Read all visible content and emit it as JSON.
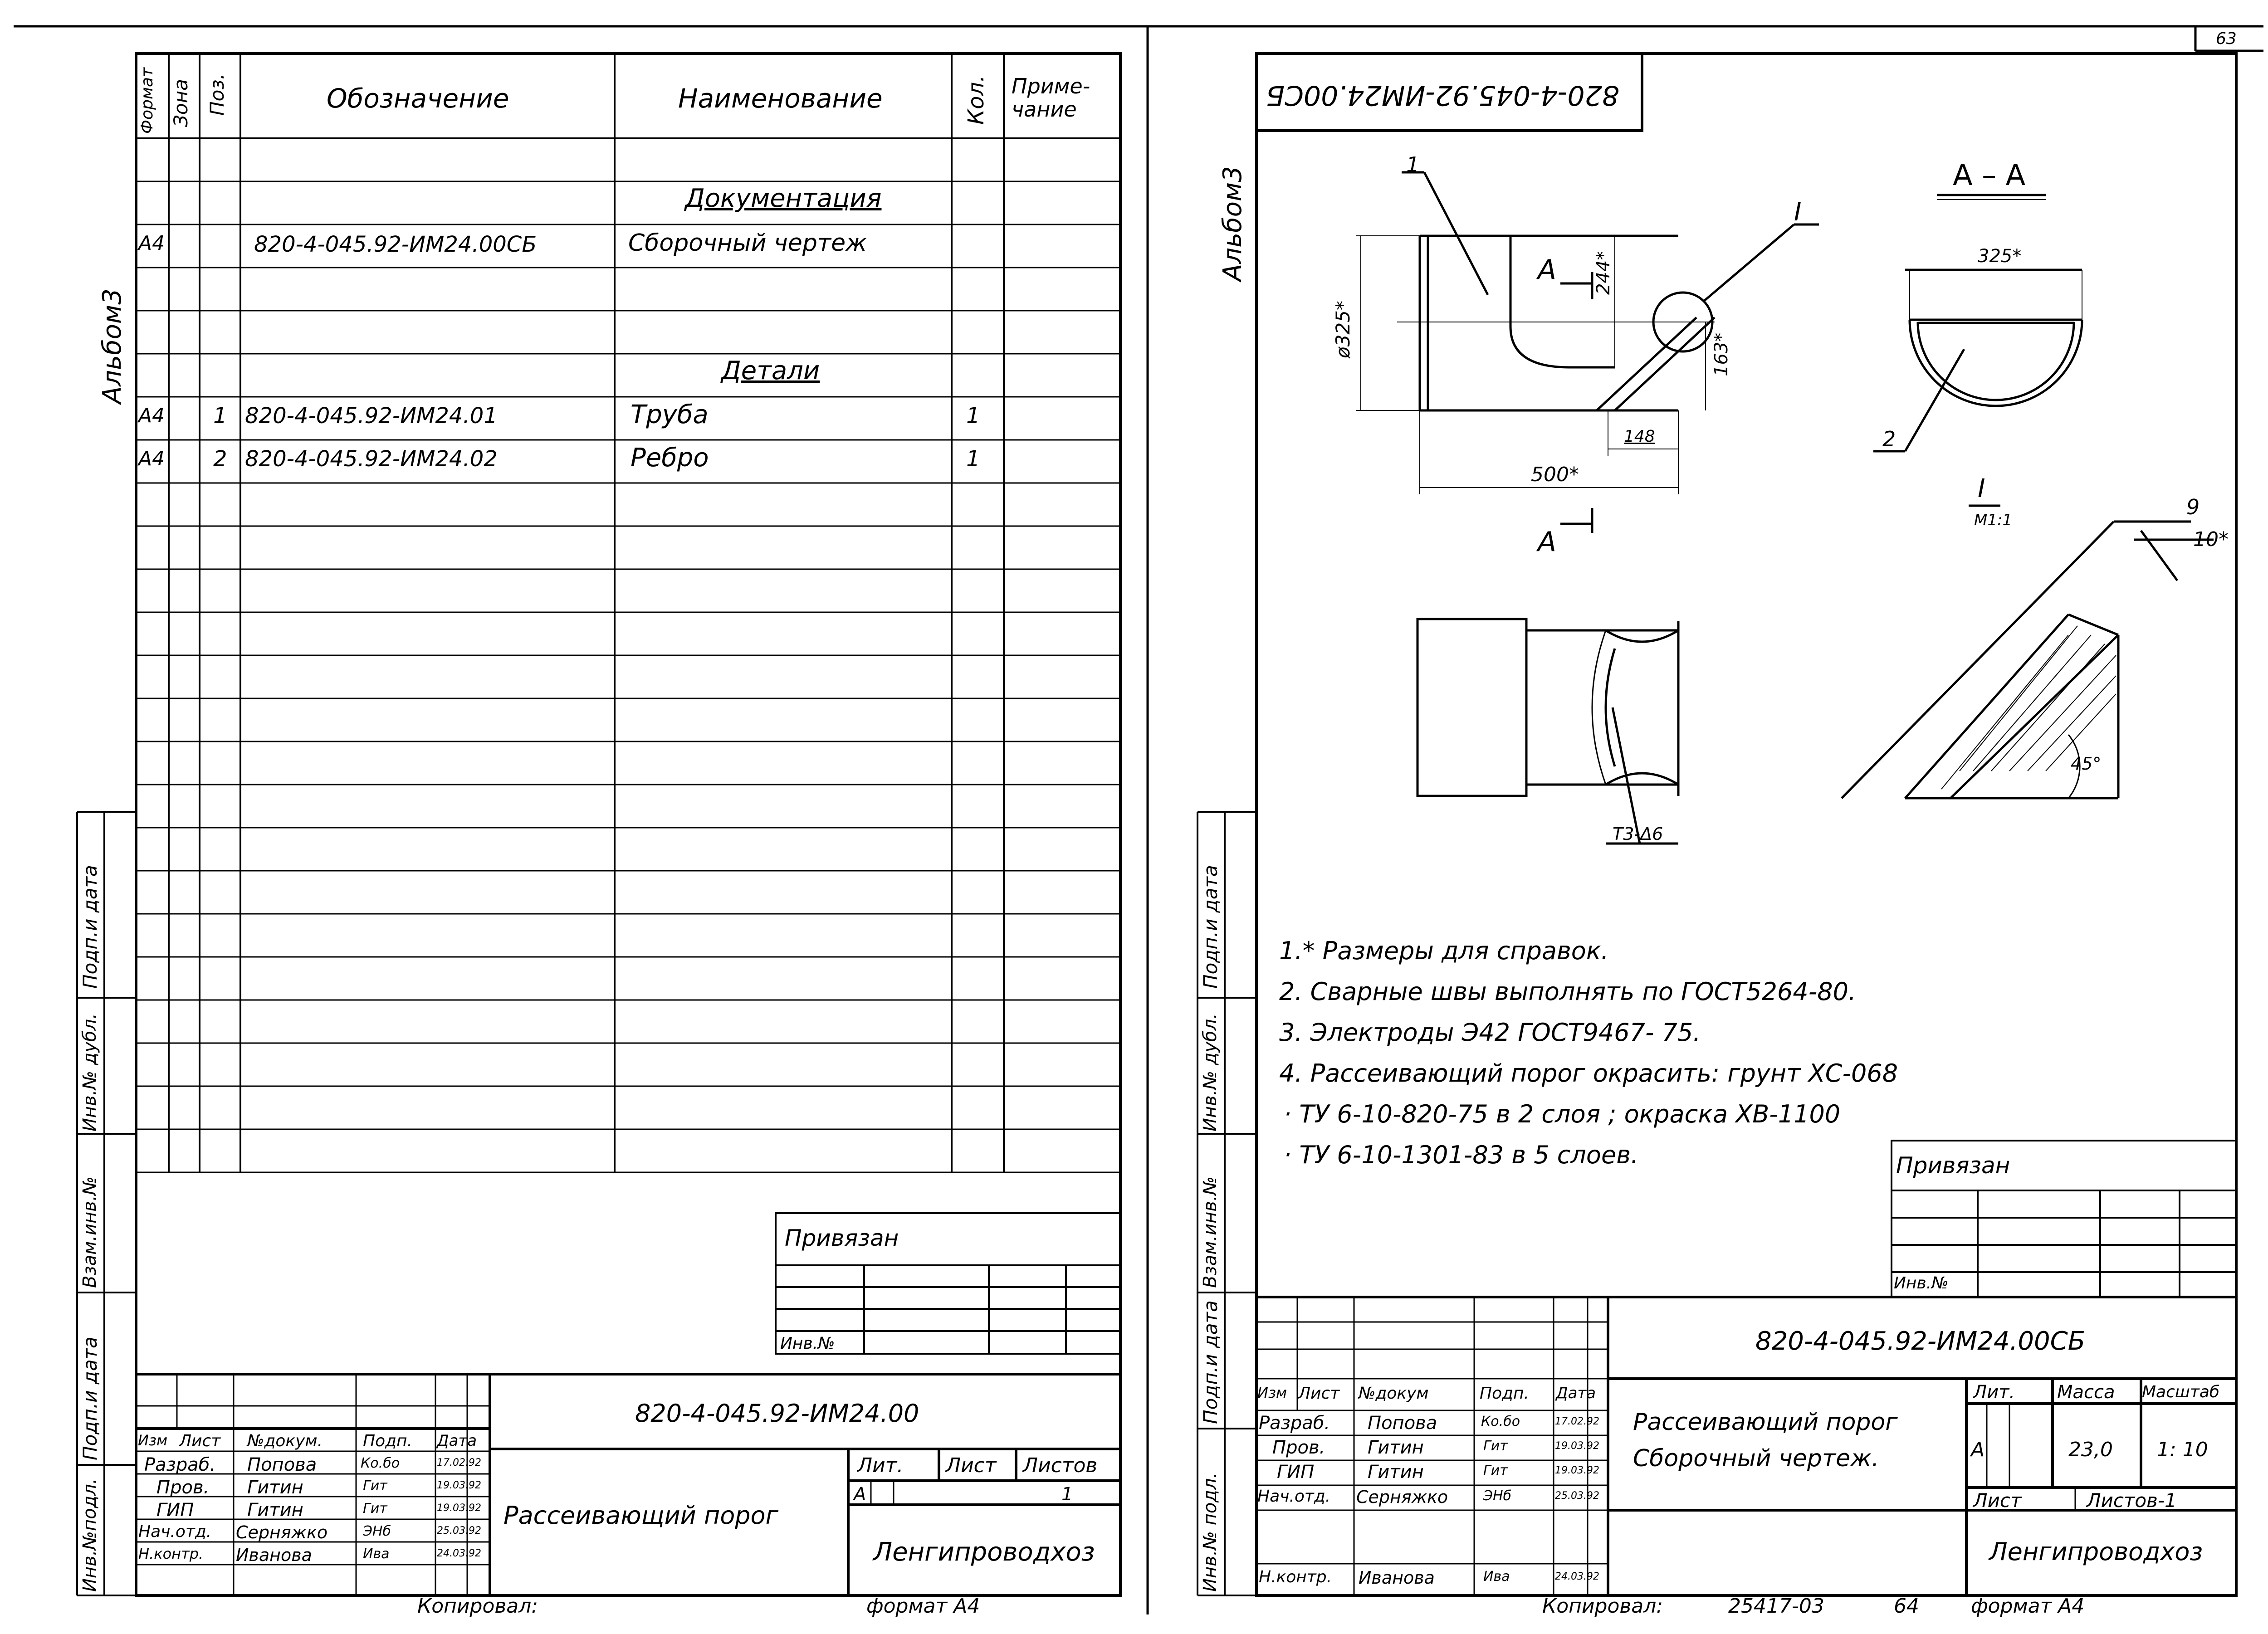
{
  "page_number": "63",
  "left_sheet": {
    "album": "Альбом3",
    "headers": {
      "format": "Формат",
      "zone": "Зона",
      "pos": "Поз.",
      "designation": "Обозначение",
      "name": "Наименование",
      "qty": "Кол.",
      "note": "Приме-чание"
    },
    "sections": {
      "documentation": "Документация",
      "details": "Детали"
    },
    "rows": [
      {
        "format": "А4",
        "pos": "",
        "designation": "820-4-045.92-ИМ24.00СБ",
        "name": "Сборочный  чертеж",
        "qty": ""
      },
      {
        "format": "А4",
        "pos": "1",
        "designation": "820-4-045.92-ИМ24.01",
        "name": "Труба",
        "qty": "1"
      },
      {
        "format": "А4",
        "pos": "2",
        "designation": "820-4-045.92-ИМ24.02",
        "name": "Ребро",
        "qty": "1"
      }
    ],
    "side_labels": [
      "Подп.и дата",
      "Инв.№ дубл.",
      "Взам.инв.№",
      "Подп.и дата",
      "Инв.№подл."
    ],
    "privyazan": "Привязан",
    "inv_no": "Инв.№",
    "title_block": {
      "code": "820-4-045.92-ИМ24.00",
      "title": "Рассеивающий порог",
      "organization": "Ленгипроводхоз",
      "col_headers": [
        "Изм",
        "Лист",
        "№докум.",
        "Подп.",
        "Дата"
      ],
      "roles": [
        {
          "role": "Разраб.",
          "name": "Попова",
          "sign": "Ко.бо",
          "date": "17.02.92"
        },
        {
          "role": "Пров.",
          "name": "Гитин",
          "sign": "Гит",
          "date": "19.03.92"
        },
        {
          "role": "ГИП",
          "name": "Гитин",
          "sign": "Гит",
          "date": "19.03.92"
        },
        {
          "role": "Нач.отд.",
          "name": "Серняжко",
          "sign": "ЭНб",
          "date": "25.03.92"
        },
        {
          "role": "Н.контр.",
          "name": "Иванова",
          "sign": "Ива",
          "date": "24.03.92"
        }
      ],
      "lit_label": "Лит.",
      "sheet_label": "Лист",
      "sheets_label": "Листов",
      "lit_value": "А",
      "sheets_value": "1"
    },
    "copied": "Копировал:",
    "format": "формат А4"
  },
  "right_sheet": {
    "album": "Альбом3",
    "mirrored_code": "820-4-045.92-ИМ24.00СБ",
    "drawing": {
      "pos_1": "1",
      "pos_2": "2",
      "section_label": "А – А",
      "section_mark": "А",
      "detail_mark": "I",
      "detail_scale": "М1:1",
      "dim_diameter": "ø325*",
      "dim_244": "244*",
      "dim_163": "163*",
      "dim_148": "148",
      "dim_500": "500*",
      "dim_325": "325*",
      "dim_9": "9",
      "dim_10": "10*",
      "angle": "45°",
      "weld": "Т3-Δ6"
    },
    "notes": [
      "1.* Размеры  для  справок.",
      "2. Сварные  швы  выполнять  по  ГОСТ5264-80.",
      "3. Электроды  Э42  ГОСТ9467- 75.",
      "4. Рассеивающий  порог  окрасить: грунт ХС-068",
      "· ТУ 6-10-820-75  в 2 слоя ;  окраска ХВ-1100",
      "· ТУ 6-10-1301-83  в  5 слоев."
    ],
    "side_labels": [
      "Подп.и дата",
      "Инв.№ дубл.",
      "Взам.инв.№",
      "Подп.и дата",
      "Инв.№ подл."
    ],
    "privyazan": "Привязан",
    "inv_no": "Инв.№",
    "title_block": {
      "code": "820-4-045.92-ИМ24.00СБ",
      "title_1": "Рассеивающий  порог",
      "title_2": "Сборочный  чертеж.",
      "organization": "Ленгипроводхоз",
      "col_headers": [
        "Изм",
        "Лист",
        "№докум",
        "Подп.",
        "Дата"
      ],
      "roles": [
        {
          "role": "Разраб.",
          "name": "Попова",
          "sign": "Ко.бо",
          "date": "17.02.92"
        },
        {
          "role": "Пров.",
          "name": "Гитин",
          "sign": "Гит",
          "date": "19.03.92"
        },
        {
          "role": "ГИП",
          "name": "Гитин",
          "sign": "Гит",
          "date": "19.03.92"
        },
        {
          "role": "Нач.отд.",
          "name": "Серняжко",
          "sign": "ЭНб",
          "date": "25.03.92"
        },
        {
          "role": "Н.контр.",
          "name": "Иванова",
          "sign": "Ива",
          "date": "24.03.92"
        }
      ],
      "lit_label": "Лит.",
      "mass_label": "Масса",
      "scale_label": "Масштаб",
      "lit_value": "А",
      "mass_value": "23,0",
      "scale_value": "1: 10",
      "sheet_label": "Лист",
      "sheets_label": "Листов-1"
    },
    "copied": "Копировал:",
    "copy_number": "25417-03",
    "sheet_num": "64",
    "format": "формат А4"
  }
}
